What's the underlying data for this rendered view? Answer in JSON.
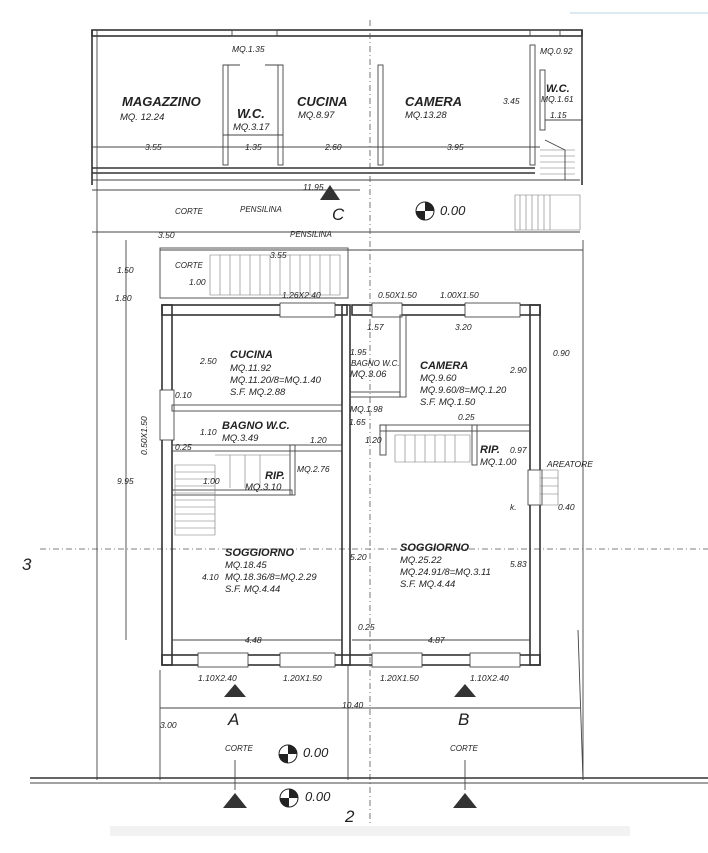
{
  "rooms": {
    "magazzino": {
      "name": "MAGAZZINO",
      "area": "MQ. 12.24"
    },
    "wc_top": {
      "name": "W.C.",
      "area": "MQ.3.17"
    },
    "cucina_top": {
      "name": "CUCINA",
      "area": "MQ.8.97"
    },
    "camera_top": {
      "name": "CAMERA",
      "area": "MQ.13.28"
    },
    "wc_right": {
      "name": "W.C.",
      "area": "MQ.1.61"
    },
    "cucina": {
      "name": "CUCINA",
      "area1": "MQ.11.92",
      "area2": "MQ.11.20/8=MQ.1.40",
      "sf": "S.F. MQ.2.88"
    },
    "bagno_left": {
      "name": "BAGNO W.C.",
      "area": "MQ.3.49"
    },
    "rip_left": {
      "name": "RIP.",
      "area": "MQ.3.10"
    },
    "soggiorno_left": {
      "name": "SOGGIORNO",
      "area1": "MQ.18.45",
      "area2": "MQ.18.36/8=MQ.2.29",
      "sf": "S.F. MQ.4.44"
    },
    "bagno_mid": {
      "name": "BAGNO W.C.",
      "area": "MQ.3.06"
    },
    "camera": {
      "name": "CAMERA",
      "area1": "MQ.9.60",
      "area2": "MQ.9.60/8=MQ.1.20",
      "sf": "S.F. MQ.1.50"
    },
    "rip_right": {
      "name": "RIP.",
      "area": "MQ.1.00"
    },
    "soggiorno_right": {
      "name": "SOGGIORNO",
      "area1": "MQ.25.22",
      "area2": "MQ.24.91/8=MQ.3.11",
      "sf": "S.F. MQ.4.44"
    }
  },
  "dimensions": {
    "mq135": "MQ.1.35",
    "mq092": "MQ.0.92",
    "d355a": "3.55",
    "d135": "1.35",
    "d260": "2.60",
    "d395": "3.95",
    "d345": "3.45",
    "d115": "1.15",
    "d1195": "11.95",
    "d350": "3.50",
    "d150": "1.50",
    "d180": "1.80",
    "d355b": "3.55",
    "d100a": "1.00",
    "w126": "1.26X2.40",
    "w050a": "0.50X1.50",
    "w100": "1.00X1.50",
    "d157": "1.57",
    "d320": "3.20",
    "d250": "2.50",
    "d195": "1.95",
    "d290": "2.90",
    "d090": "0.90",
    "d010": "0.10",
    "mq198": "MQ.1.98",
    "d025a": "0.25",
    "d110": "1.10",
    "d165": "1.65",
    "d025b": "0.25",
    "d120a": "1.20",
    "d120b": "1.20",
    "d097": "0.97",
    "mq276": "MQ.2.76",
    "w050b": "0.50X1.50",
    "d995": "9.95",
    "d100b": "1.00",
    "d040": "0.40",
    "k": "k.",
    "d520": "5.20",
    "d583": "5.83",
    "d410": "4.10",
    "d448": "4.48",
    "d025c": "0.25",
    "d487": "4.87",
    "w110a": "1.10X2.40",
    "w120a": "1.20X1.50",
    "w120b": "1.20X1.50",
    "w110b": "1.10X2.40",
    "d1040": "10.40",
    "d300": "3.00"
  },
  "labels": {
    "corte_top": "CORTE",
    "pensilina_top": "PENSILINA",
    "pensilina_mid": "PENSILINA",
    "corte_inner": "CORTE",
    "areatore": "AREATORE",
    "corte_a": "CORTE",
    "corte_b": "CORTE"
  },
  "markers": {
    "c": "C",
    "a": "A",
    "b": "B",
    "num3": "3",
    "num2": "2"
  },
  "levels": {
    "top": "0.00",
    "mid": "0.00",
    "bottom": "0.00"
  }
}
